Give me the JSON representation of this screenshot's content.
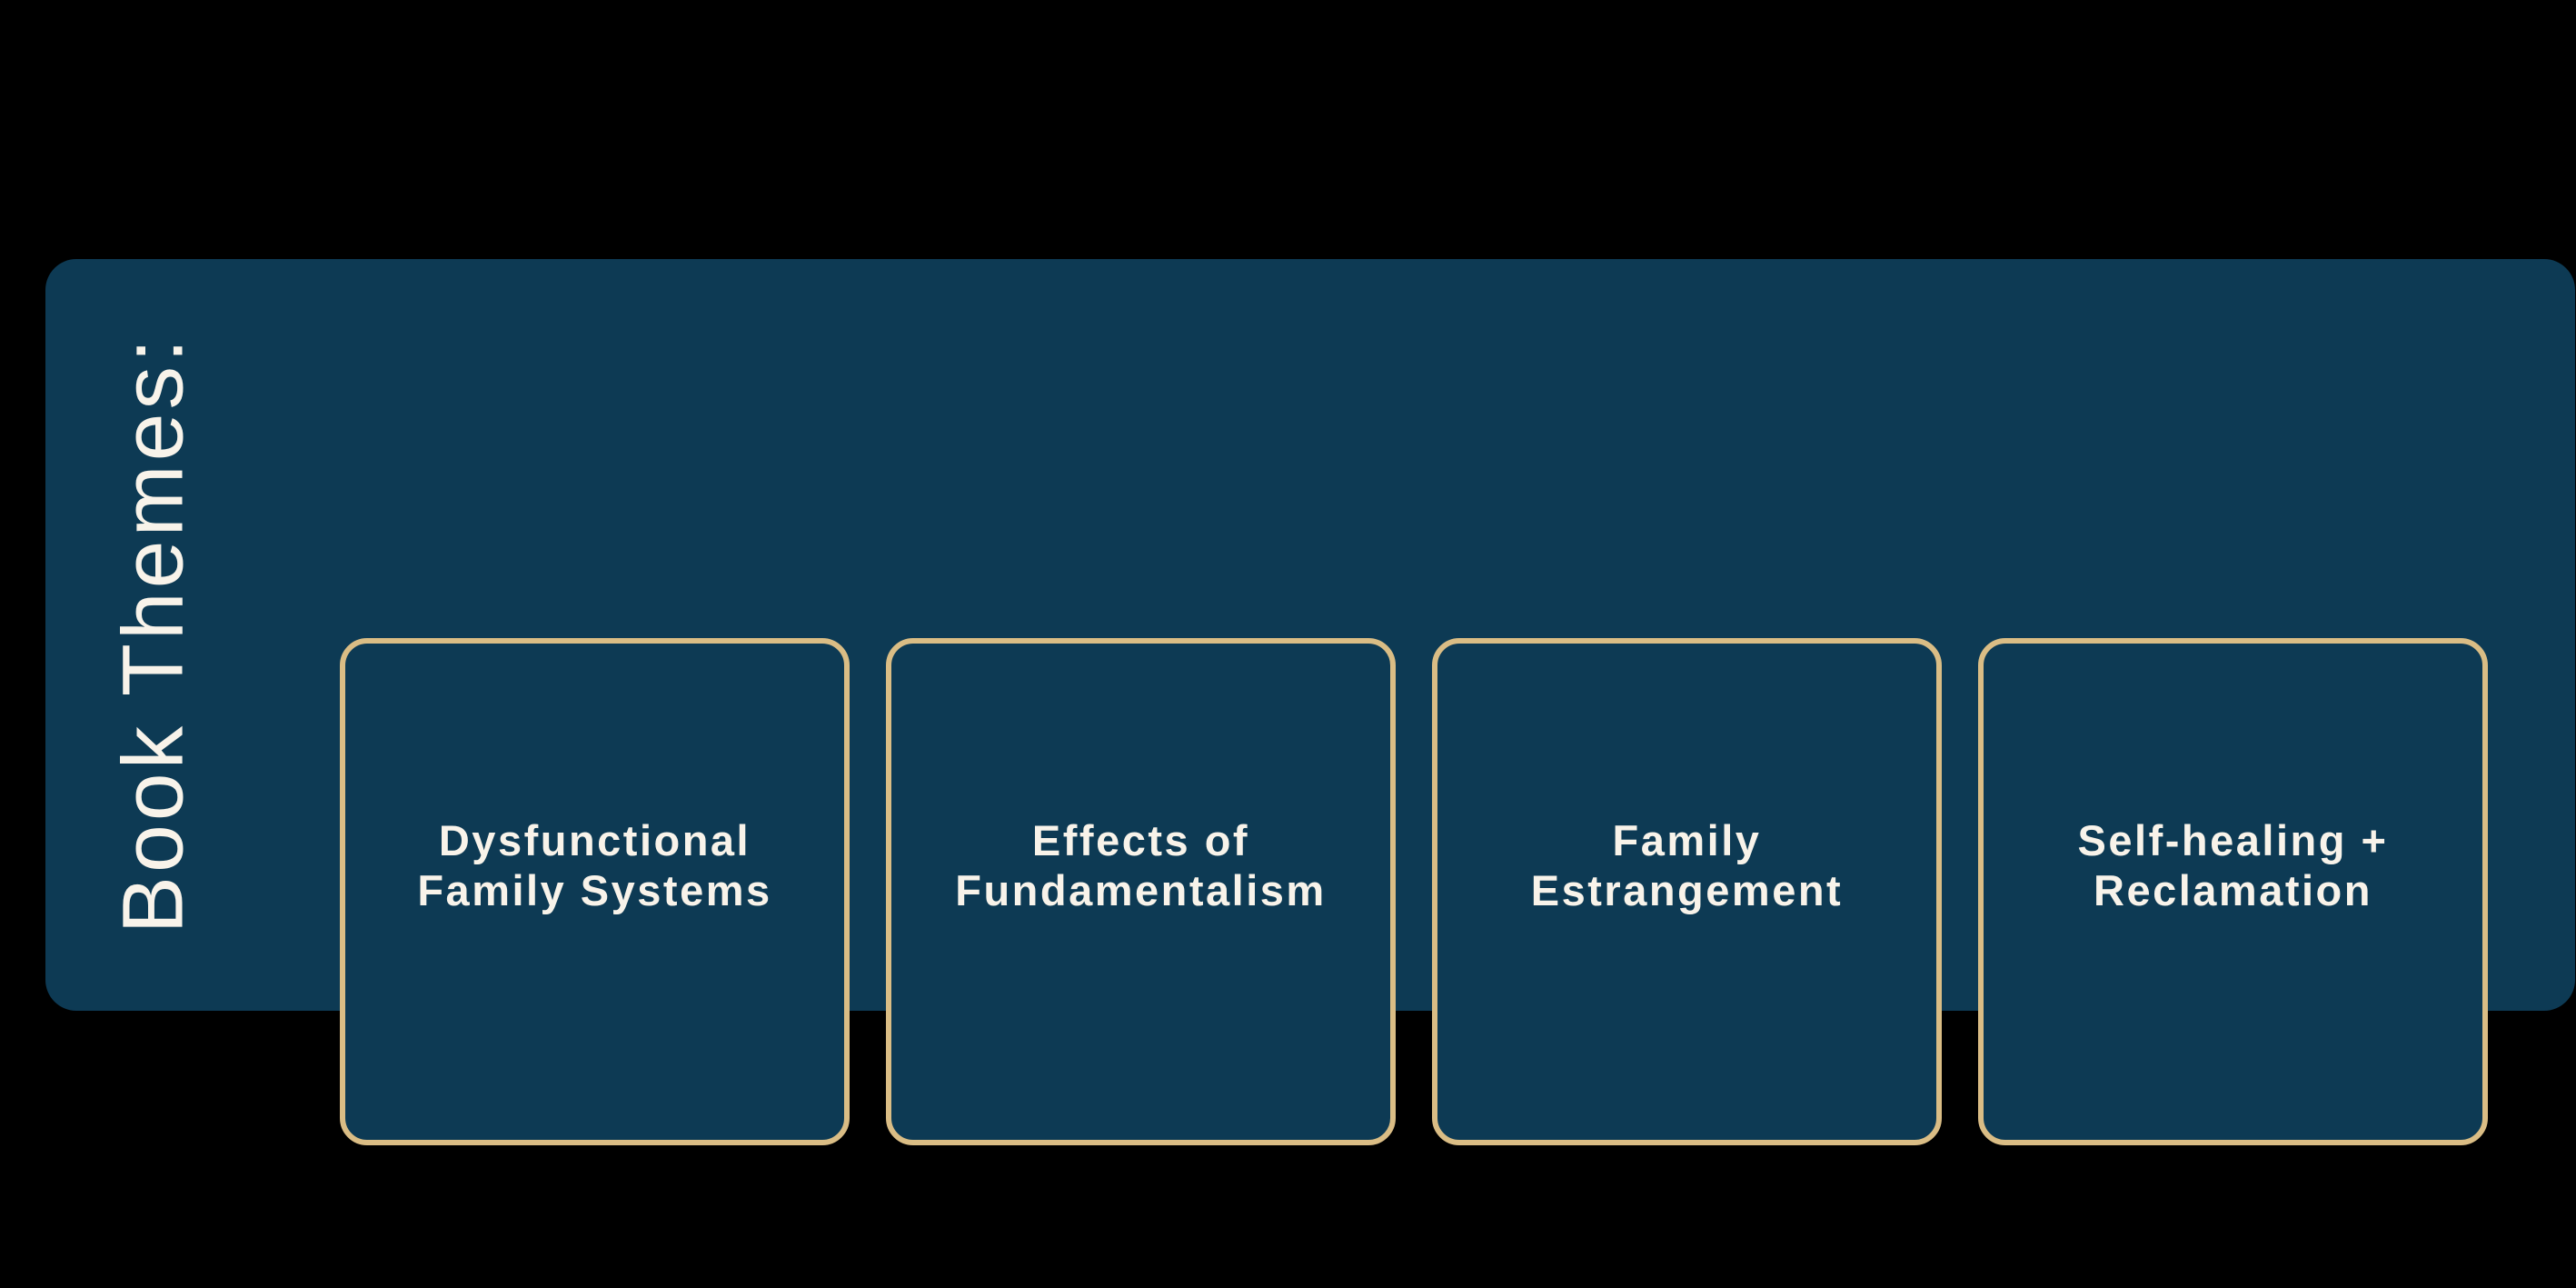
{
  "colors": {
    "page_background": "#000000",
    "panel_background": "#0d3a54",
    "card_border_gold": "#dabd85",
    "text_cream": "#f8f3ea"
  },
  "panel": {
    "label": "Book Themes:",
    "themes": [
      {
        "label": "Dysfunctional\nFamily Systems"
      },
      {
        "label": "Effects of\nFundamentalism"
      },
      {
        "label": "Family\nEstrangement"
      },
      {
        "label": "Self-healing +\nReclamation"
      }
    ]
  }
}
